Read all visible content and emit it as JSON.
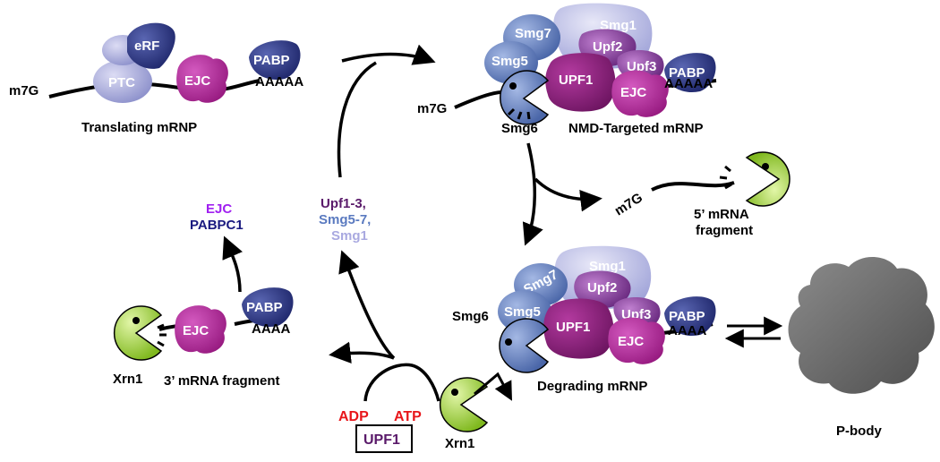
{
  "colors": {
    "magenta": "#b0289a",
    "dark_magenta": "#8a1f7a",
    "purple": "#7a3f8e",
    "steel_blue": "#5f7fc0",
    "lavender": "#a9aede",
    "navy": "#27307a",
    "green": "#9bd32a",
    "red": "#e8161a",
    "violet_text": "#8a2be2",
    "navy_text": "#1a1a80",
    "upf_text": "#5a1a6a",
    "smg_text": "#5a7ac0",
    "smg1_text": "#a9a9e0",
    "pbody": "#7a7a7a"
  },
  "icons": [
    "xrn1-pacman-icon",
    "p-body-cloud-icon",
    "ribosome-ptc-icon"
  ],
  "translating": {
    "cap": "m7G",
    "ptc": "PTC",
    "erf": "eRF",
    "ejc": "EJC",
    "pabp": "PABP",
    "polya": "AAAAA",
    "caption": "Translating mRNP"
  },
  "targeted": {
    "cap": "m7G",
    "smg1": "Smg1",
    "smg7": "Smg7",
    "smg5": "Smg5",
    "upf2": "Upf2",
    "upf1": "UPF1",
    "upf3": "Upf3",
    "ejc": "EJC",
    "pabp": "PABP",
    "polya": "AAAAA",
    "smg6": "Smg6",
    "caption": "NMD-Targeted mRNP"
  },
  "five_fragment": {
    "cap": "m7G",
    "line1": "5’ mRNA",
    "line2": "fragment"
  },
  "degrading": {
    "smg1": "Smg1",
    "smg7": "Smg7",
    "smg5": "Smg5",
    "upf2": "Upf2",
    "upf1": "UPF1",
    "upf3": "Upf3",
    "ejc": "EJC",
    "pabp": "PABP",
    "polya": "AAAA",
    "smg6": "Smg6",
    "caption": "Degrading mRNP",
    "xrn1": "Xrn1"
  },
  "pbody": {
    "label": "P-body"
  },
  "recycle": {
    "line1": "Upf1-3,",
    "line2": "Smg5-7,",
    "line3": "Smg1"
  },
  "three_fragment": {
    "ejc": "EJC",
    "pabp": "PABP",
    "polya": "AAAA",
    "xrn1": "Xrn1",
    "caption": "3’ mRNA fragment",
    "released_ejc": "EJC",
    "released_pabpc1": "PABPC1"
  },
  "atp_cycle": {
    "adp": "ADP",
    "atp": "ATP",
    "upf1": "UPF1"
  }
}
